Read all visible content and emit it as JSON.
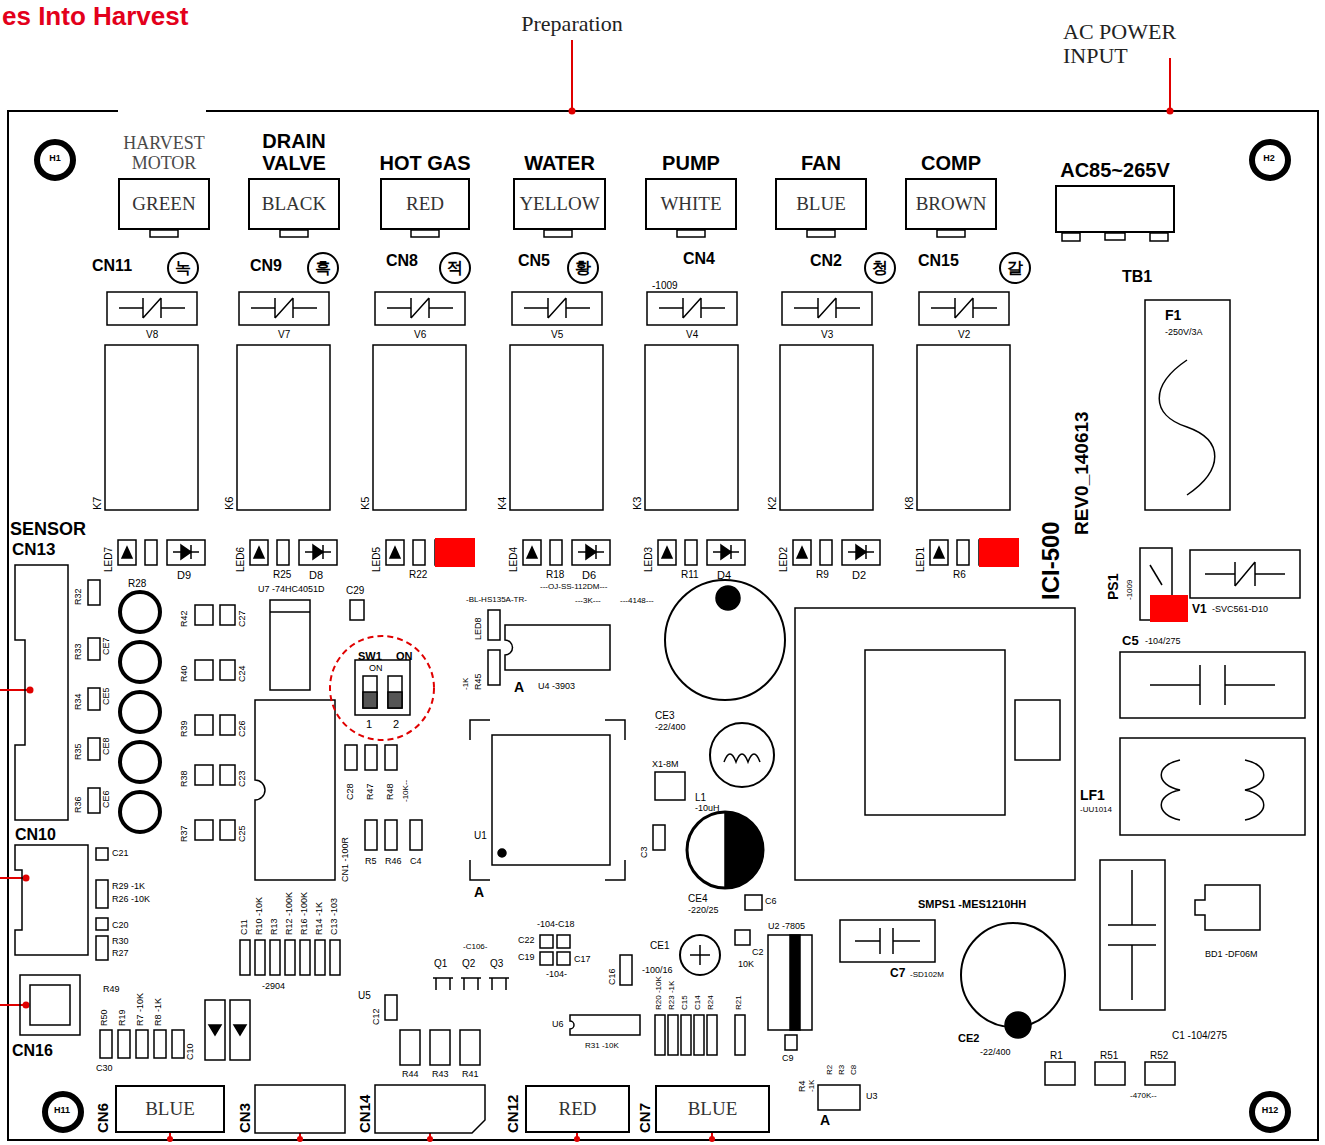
{
  "diagram": {
    "title": "es Into Harvest",
    "nodes": [
      {
        "text": [
          "HARVEST MOTOR",
          "GREEN"
        ]
      },
      {
        "text": [
          "DRAIN VALVE",
          "BLACK"
        ]
      },
      {
        "text": [
          "HOT GAS",
          "RED"
        ]
      },
      {
        "text": [
          "WATER",
          "YELLOW"
        ]
      },
      {
        "text": [
          "PUMP",
          "WHITE"
        ]
      },
      {
        "text": [
          "FAN",
          "BLUE"
        ]
      },
      {
        "text": [
          "COMP",
          "BROWN"
        ]
      },
      {
        "text": [
          "AC85~265V"
        ]
      },
      {
        "text": [
          "녹"
        ]
      },
      {
        "text": [
          "흑"
        ]
      },
      {
        "text": [
          "적"
        ]
      },
      {
        "text": [
          "황"
        ]
      },
      {
        "text": [
          "청"
        ]
      },
      {
        "text": [
          "갈"
        ]
      },
      {
        "text": [
          "BLUE"
        ]
      },
      {
        "text": [
          "RED"
        ]
      },
      {
        "text": [
          "BLUE"
        ]
      }
    ],
    "labels": [
      "Preparation",
      "AC POWER INPUT",
      "CN11",
      "CN9",
      "CN8",
      "CN5",
      "CN4",
      "-1009",
      "CN2",
      "CN15",
      "TB1",
      "V8",
      "V7",
      "V6",
      "V5",
      "V4",
      "V3",
      "V2",
      "K7",
      "K6",
      "K5",
      "K4",
      "K3",
      "K2",
      "K8",
      "LED7",
      "D9",
      "LED6",
      "R25",
      "D8",
      "LED5",
      "R22",
      "LED4",
      "R18",
      "D6",
      "LED3",
      "R11",
      "D4",
      "LED2",
      "R9",
      "D2",
      "LED1",
      "R6",
      "F1",
      "-250V/3A",
      "ICI-500",
      "REV0_140613",
      "PS1",
      "-1009",
      "V1",
      "-SVC561-D10",
      "C5",
      "-104/275",
      "LF1",
      "-UU1014",
      "SENSOR",
      "CN13",
      "R28",
      "R32",
      "R33",
      "CE7",
      "R34",
      "CE5",
      "R35",
      "CE8",
      "R36",
      "CE6",
      "R42",
      "C27",
      "R40",
      "C24",
      "R39",
      "C26",
      "R38",
      "C23",
      "R37",
      "C25",
      "U7 -74HC4051D",
      "C29",
      "SW1",
      "ON",
      "ON",
      "1",
      "2",
      "-BL-HS135A-TR-",
      "---OJ-SS-112DM---",
      "---3K---",
      "---4148---",
      "LED8",
      "R45",
      "-1K",
      "U4 -3903",
      "A",
      "CE3",
      "-22/400",
      "X1-8M",
      "L1",
      "-10uH",
      "C3",
      "U1",
      "A",
      "CE4",
      "-220/25",
      "C6",
      "CE1",
      "-100/16",
      "C2",
      "10K",
      "U2 -7805",
      "C7",
      "-SD102M",
      "SMPS1 -MES1210HH",
      "CE2",
      "-22/400",
      "C1 -104/275",
      "BD1 -DF06M",
      "R1",
      "R51",
      "R52",
      "-470K--",
      "CN10",
      "C21",
      "R29 -1K",
      "R26 -10K",
      "C20",
      "R30",
      "R27",
      "CN16",
      "R49",
      "R50",
      "R19",
      "R7 -10K",
      "R8 -1K",
      "C10",
      "C30",
      "CN6",
      "CN3",
      "CN14",
      "CN12",
      "CN7",
      "C28",
      "R47",
      "R48",
      "-10K--",
      "CN1 -100R",
      "R5",
      "R46",
      "C4",
      "C11",
      "R10 -10K",
      "R13",
      "R12 -100K",
      "R16 -100K",
      "R14 -1K",
      "C13 -103",
      "-2904",
      "Q1",
      "Q2",
      "Q3",
      "-C106-",
      "U5",
      "C12",
      "R44",
      "R43",
      "R41",
      "-104-C18",
      "C22",
      "C19",
      "C17",
      "-104-",
      "C16",
      "U6",
      "R20 -10K",
      "R23 -1K",
      "C15",
      "C14",
      "R24",
      "R21",
      "R31 -10K",
      "C9",
      "R4",
      "-1K",
      "U3",
      "R2",
      "R3",
      "C8",
      "A",
      "H1",
      "H2",
      "H11",
      "H12"
    ]
  }
}
